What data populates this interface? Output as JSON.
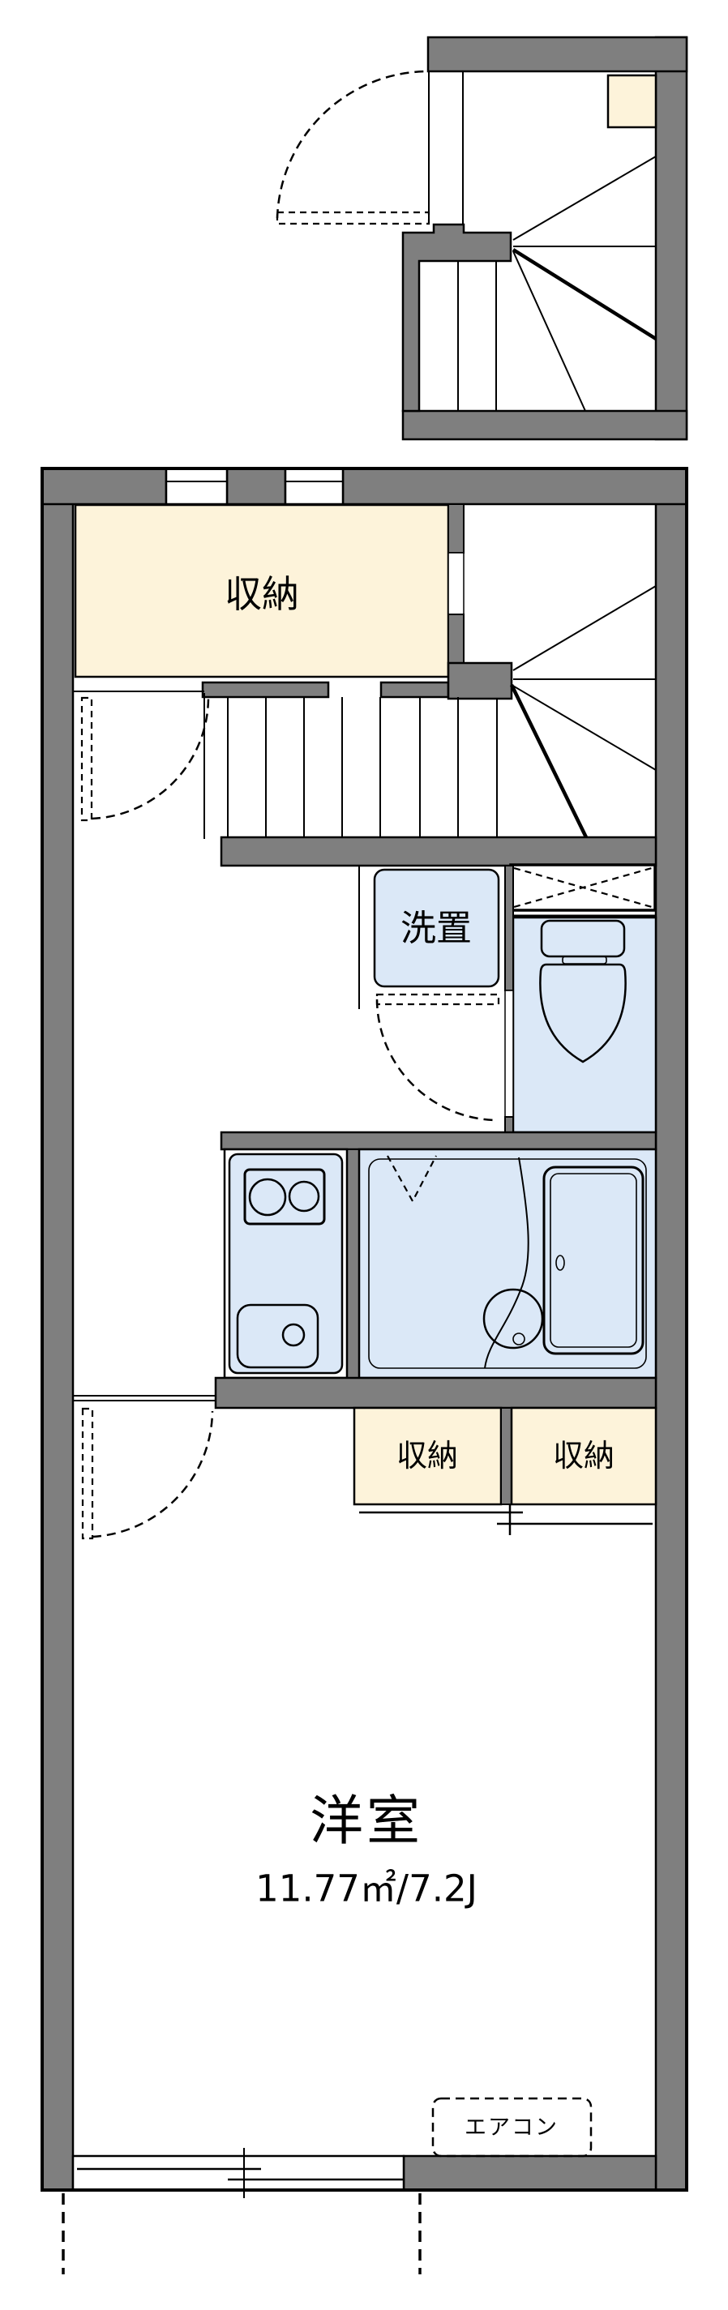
{
  "meta": {
    "type": "floorplan",
    "description": "Japanese apartment floor plan with entry stair section, service core and one western-style room"
  },
  "labels": {
    "storage_upper": "収納",
    "laundry": "洗置",
    "storage_lower_left": "収納",
    "storage_lower_right": "収納",
    "main_room_name": "洋室",
    "main_room_area": "11.77㎡/7.2J",
    "aircon": "エアコン"
  },
  "colors": {
    "wall": "#7f7f7f",
    "line": "#000000",
    "closet_fill": "#fdf3da",
    "wet_area_fill": "#dbe8f7",
    "background": "#ffffff"
  }
}
